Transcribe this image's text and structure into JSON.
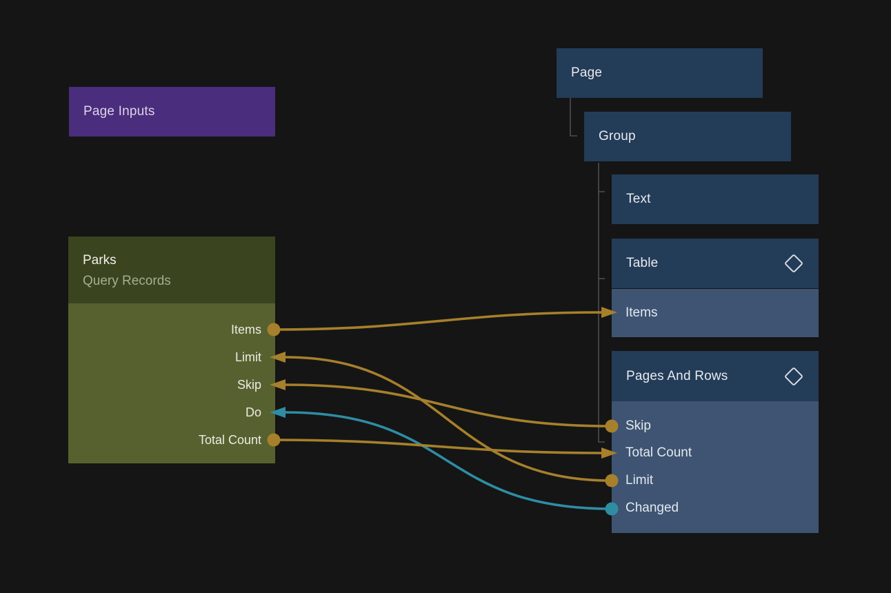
{
  "app": {
    "view": "data-binding-flow-canvas"
  },
  "colors": {
    "background": "#151515",
    "page_inputs_node": "#4a2d7c",
    "parks_header": "#3a441f",
    "parks_body": "#57612f",
    "component_header": "#233c58",
    "component_row": "#3e5472",
    "wire_gold": "#a6802b",
    "wire_teal": "#2e8da3",
    "tree_line": "#4d4d4d"
  },
  "page_inputs": {
    "title": "Page Inputs"
  },
  "parks": {
    "title": "Parks",
    "subtitle": "Query Records",
    "ports": [
      {
        "label": "Items",
        "direction": "output",
        "color": "#a6802b"
      },
      {
        "label": "Limit",
        "direction": "input",
        "color": "#a6802b"
      },
      {
        "label": "Skip",
        "direction": "input",
        "color": "#a6802b"
      },
      {
        "label": "Do",
        "direction": "input",
        "color": "#2e8da3"
      },
      {
        "label": "Total Count",
        "direction": "output",
        "color": "#a6802b"
      }
    ]
  },
  "tree": {
    "page": {
      "title": "Page"
    },
    "group": {
      "title": "Group"
    },
    "text": {
      "title": "Text"
    },
    "table": {
      "title": "Table",
      "icon": "diamond-icon",
      "rows": [
        {
          "label": "Items",
          "direction": "input",
          "color": "#a6802b"
        }
      ]
    },
    "pages_and_rows": {
      "title": "Pages And Rows",
      "icon": "diamond-icon",
      "rows": [
        {
          "label": "Skip",
          "direction": "output",
          "color": "#a6802b"
        },
        {
          "label": "Total Count",
          "direction": "input",
          "color": "#a6802b"
        },
        {
          "label": "Limit",
          "direction": "output",
          "color": "#a6802b"
        },
        {
          "label": "Changed",
          "direction": "output",
          "color": "#2e8da3"
        }
      ]
    }
  },
  "connections": [
    {
      "from": "Parks.Items",
      "to": "Table.Items",
      "color": "#a6802b"
    },
    {
      "from": "Pages And Rows.Skip",
      "to": "Parks.Skip",
      "color": "#a6802b"
    },
    {
      "from": "Pages And Rows.Limit",
      "to": "Parks.Limit",
      "color": "#a6802b"
    },
    {
      "from": "Pages And Rows.Changed",
      "to": "Parks.Do",
      "color": "#2e8da3"
    },
    {
      "from": "Parks.Total Count",
      "to": "Pages And Rows.Total Count",
      "color": "#a6802b"
    }
  ]
}
